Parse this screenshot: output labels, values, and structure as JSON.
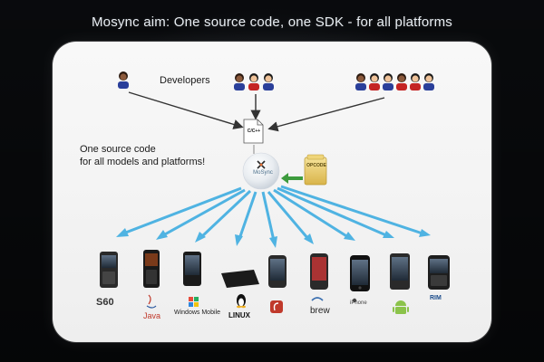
{
  "title": "Mosync aim: One source code, one SDK - for all platforms",
  "developers_label": "Developers",
  "one_source_lines": [
    "One source code",
    "for all models and platforms!"
  ],
  "code_file_label": "C/C++",
  "opcode_label": "OPCODE",
  "mosync_label": "MoSync",
  "platforms": [
    {
      "name": "s60",
      "label": "S60"
    },
    {
      "name": "java",
      "label": "Java"
    },
    {
      "name": "windows-mobile",
      "label": "Windows Mobile"
    },
    {
      "name": "linux",
      "label": "LINUX"
    },
    {
      "name": "flash",
      "label": ""
    },
    {
      "name": "brew",
      "label": "brew"
    },
    {
      "name": "iphone",
      "label": "iPhone"
    },
    {
      "name": "android",
      "label": ""
    },
    {
      "name": "rim",
      "label": "RIM"
    }
  ],
  "colors": {
    "arrow_blue": "#4fb3e2",
    "arrow_dark": "#333333",
    "arrow_green": "#3d9b3d",
    "slide_bg": "#f6f6f6",
    "person_shirt_blue": "#2a3f9a",
    "person_shirt_red": "#c42424"
  }
}
